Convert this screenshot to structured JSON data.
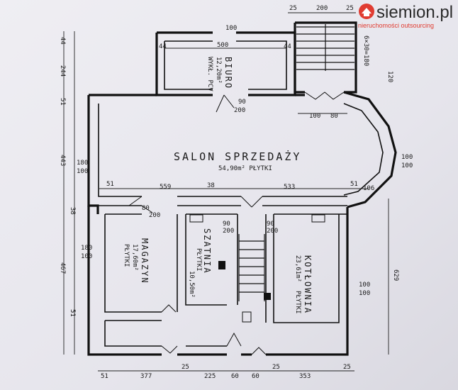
{
  "brand": {
    "name": "siemion.pl",
    "tagline": "nieruchomości outsourcing",
    "accent": "#e03c31"
  },
  "rooms": {
    "salon": {
      "name": "SALON SPRZEDAŻY",
      "area": "54,90m² PŁYTKI"
    },
    "biuro": {
      "name": "BIURO",
      "area": "12,20m²",
      "finish": "WYKŁ. PCV"
    },
    "magazyn": {
      "name": "MAGAZYN",
      "area": "17,60m²",
      "finish": "PŁYTKI"
    },
    "szatnia": {
      "name": "SZATNIA",
      "area": "10,50m²",
      "finish": "PŁYTKI"
    },
    "kotlownia": {
      "name": "KOTŁOWNIA",
      "area": "23,61m²",
      "finish": "PŁYTKI"
    }
  },
  "dims": {
    "top": [
      "25",
      "200",
      "25"
    ],
    "biuro_width": "500",
    "biuro_door": "100",
    "biuro_side_a": "44",
    "biuro_side_b": "44",
    "entry_a": "100",
    "entry_b": "80",
    "stair_note_a": "6×30=180",
    "stair_note_b": "120",
    "left_a": "44",
    "left_b": "244",
    "left_c": "51",
    "left_d": "443",
    "left_e": "38",
    "left_f": "467",
    "left_g": "51",
    "win_l1": "180",
    "win_l1b": "100",
    "win_l2": "180",
    "win_l2b": "100",
    "win_r1": "100",
    "win_r1b": "100",
    "win_r2": "100",
    "win_r2b": "100",
    "mid_row": [
      "51",
      "559",
      "38",
      "533",
      "51",
      "106"
    ],
    "right_total": "629",
    "bottom": [
      "51",
      "377",
      "25",
      "225",
      "60",
      "60",
      "25",
      "353",
      "25"
    ],
    "doors": [
      "90",
      "200",
      "90",
      "200",
      "90",
      "200",
      "80",
      "200"
    ]
  }
}
